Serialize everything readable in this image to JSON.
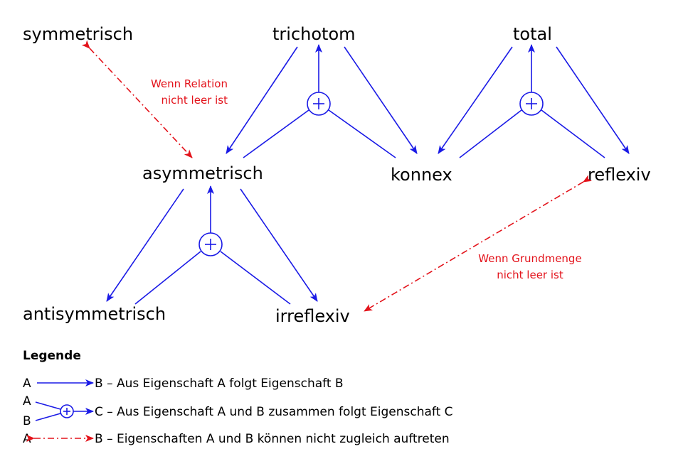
{
  "nodes": {
    "symmetrisch": "symmetrisch",
    "trichotom": "trichotom",
    "total": "total",
    "asymmetrisch": "asymmetrisch",
    "konnex": "konnex",
    "reflexiv": "reflexiv",
    "antisymmetrisch": "antisymmetrisch",
    "irreflexiv": "irreflexiv"
  },
  "notes": {
    "relation_line1": "Wenn Relation",
    "relation_line2": "nicht leer ist",
    "grundmenge_line1": "Wenn Grundmenge",
    "grundmenge_line2": "nicht leer ist"
  },
  "legend": {
    "title": "Legende",
    "row1": {
      "a": "A",
      "rest": "B – Aus Eigenschaft A folgt Eigenschaft B"
    },
    "row2": {
      "a": "A",
      "b": "B",
      "rest": "C – Aus Eigenschaft A und B zusammen folgt Eigenschaft C"
    },
    "row3": {
      "a": "A",
      "rest": "B – Eigenschaften A und B können nicht zugleich auftreten"
    }
  },
  "colors": {
    "implication": "#1a1ae6",
    "exclusion": "#e3131b"
  }
}
